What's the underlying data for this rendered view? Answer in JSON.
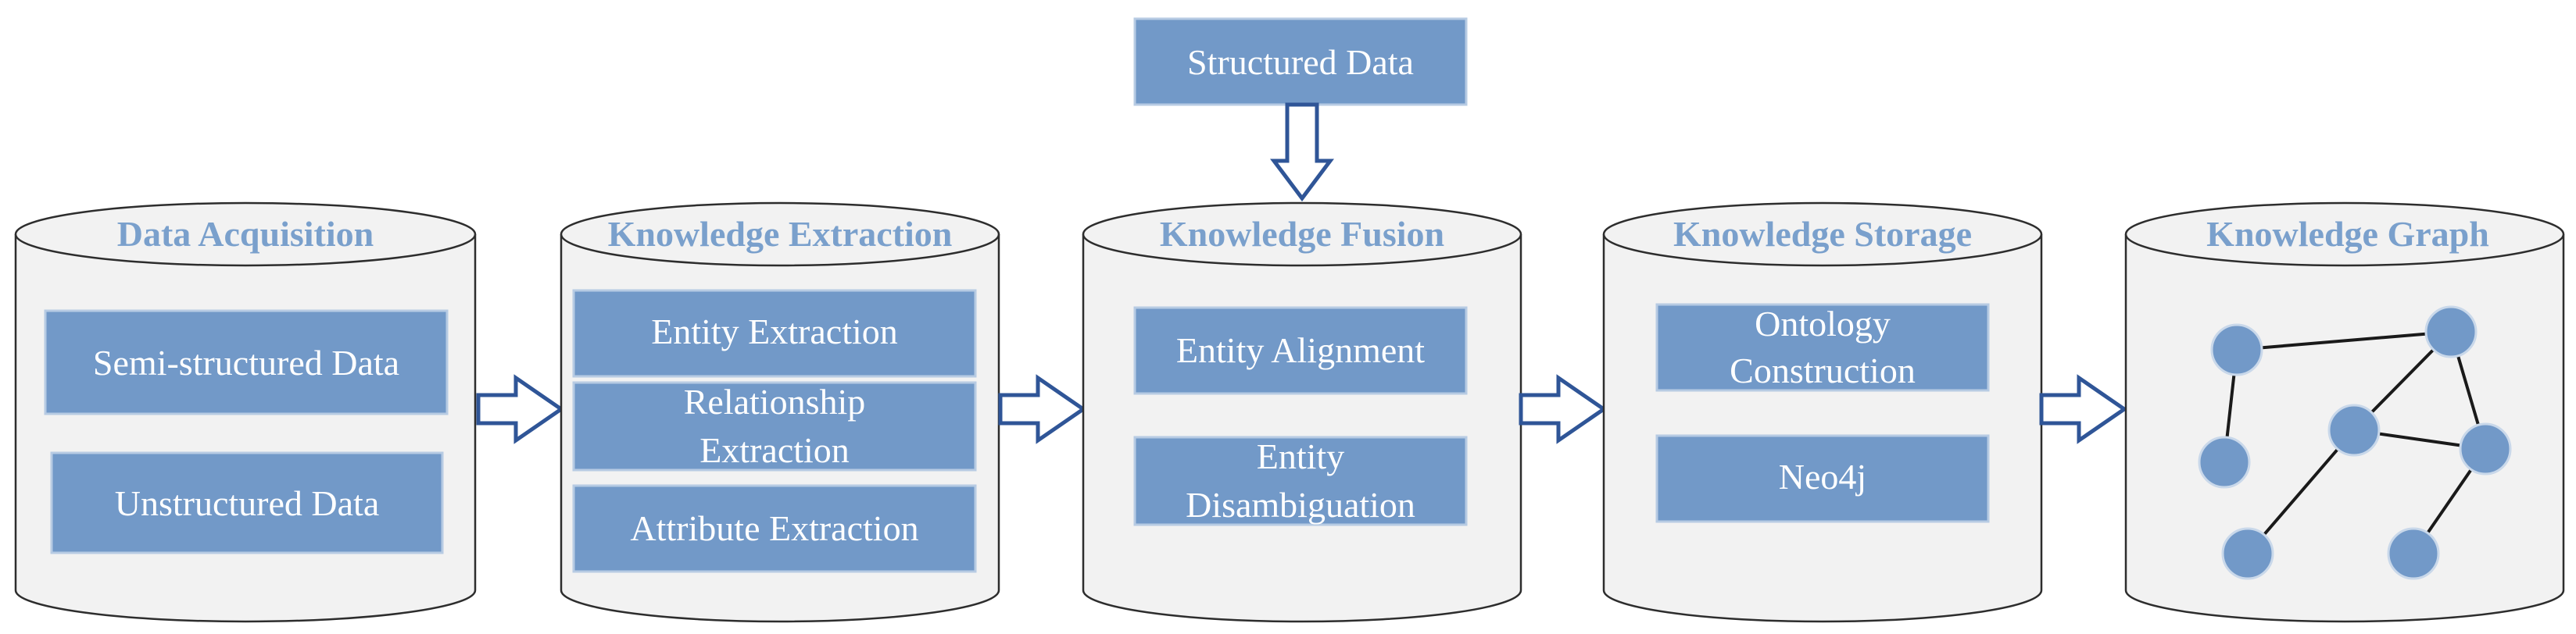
{
  "top_source": {
    "label": "Structured Data"
  },
  "stages": [
    {
      "title": "Data Acquisition",
      "items": [
        [
          "Semi-structured Data"
        ],
        [
          "Unstructured Data"
        ]
      ]
    },
    {
      "title": "Knowledge Extraction",
      "items": [
        [
          "Entity Extraction"
        ],
        [
          "Relationship",
          "Extraction"
        ],
        [
          "Attribute Extraction"
        ]
      ]
    },
    {
      "title": "Knowledge Fusion",
      "items": [
        [
          "Entity Alignment"
        ],
        [
          "Entity",
          "Disambiguation"
        ]
      ]
    },
    {
      "title": "Knowledge Storage",
      "items": [
        [
          "Ontology",
          "Construction"
        ],
        [
          "Neo4j"
        ]
      ]
    },
    {
      "title": "Knowledge Graph",
      "items": []
    }
  ],
  "colors": {
    "box_fill": "#7299c8",
    "title_text": "#7aa0cc",
    "cylinder_fill": "#f2f2f2",
    "arrow_stroke": "#2f5597"
  }
}
